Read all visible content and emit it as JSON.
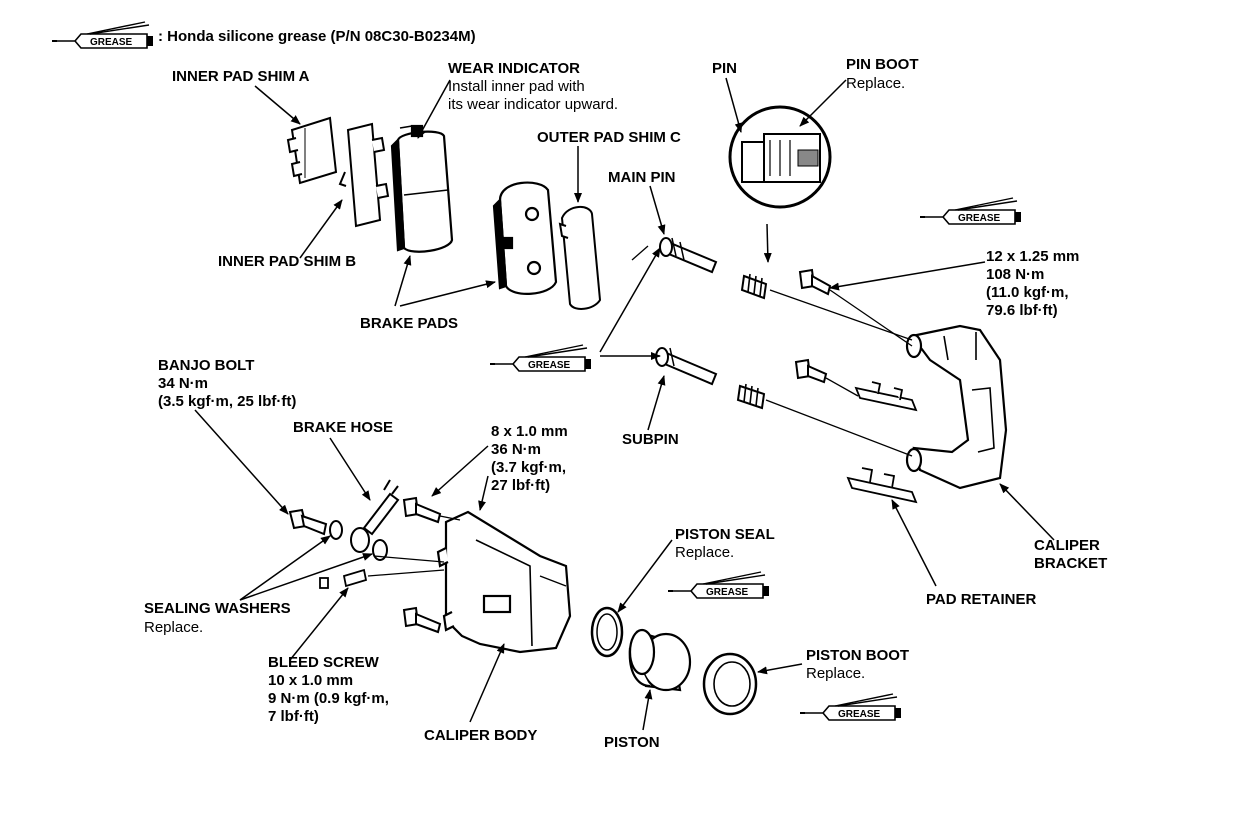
{
  "legend": {
    "tube_label": "GREASE",
    "text": ": Honda silicone grease (P/N 08C30-B0234M)"
  },
  "labels": {
    "inner_pad_shim_a": "INNER PAD SHIM A",
    "wear_indicator": {
      "title": "WEAR INDICATOR",
      "note1": "Install inner pad with",
      "note2": "its wear indicator upward."
    },
    "pin": "PIN",
    "pin_boot": {
      "title": "PIN BOOT",
      "note": "Replace."
    },
    "outer_pad_shim_c": "OUTER PAD SHIM C",
    "main_pin": "MAIN PIN",
    "inner_pad_shim_b": "INNER PAD SHIM B",
    "brake_pads": "BRAKE PADS",
    "bracket_bolt": [
      "12 x 1.25 mm",
      "108 N·m",
      "(11.0 kgf·m,",
      "79.6 lbf·ft)"
    ],
    "banjo_bolt": [
      "BANJO BOLT",
      "34 N·m",
      "(3.5 kgf·m, 25 lbf·ft)"
    ],
    "brake_hose": "BRAKE HOSE",
    "caliper_bolt": [
      "8 x 1.0 mm",
      "36 N·m",
      "(3.7 kgf·m,",
      "27 lbf·ft)"
    ],
    "subpin": "SUBPIN",
    "piston_seal": {
      "title": "PISTON SEAL",
      "note": "Replace."
    },
    "caliper_bracket": [
      "CALIPER",
      "BRACKET"
    ],
    "pad_retainer": "PAD RETAINER",
    "sealing_washers": {
      "title": "SEALING WASHERS",
      "note": "Replace."
    },
    "bleed_screw": [
      "BLEED SCREW",
      "10 x 1.0 mm",
      "9 N·m (0.9 kgf·m,",
      "7 lbf·ft)"
    ],
    "caliper_body": "CALIPER BODY",
    "piston": "PISTON",
    "piston_boot": {
      "title": "PISTON BOOT",
      "note": "Replace."
    }
  },
  "grease_tubes": [
    {
      "label": "GREASE"
    },
    {
      "label": "GREASE"
    },
    {
      "label": "GREASE"
    },
    {
      "label": "GREASE"
    },
    {
      "label": "GREASE"
    }
  ]
}
